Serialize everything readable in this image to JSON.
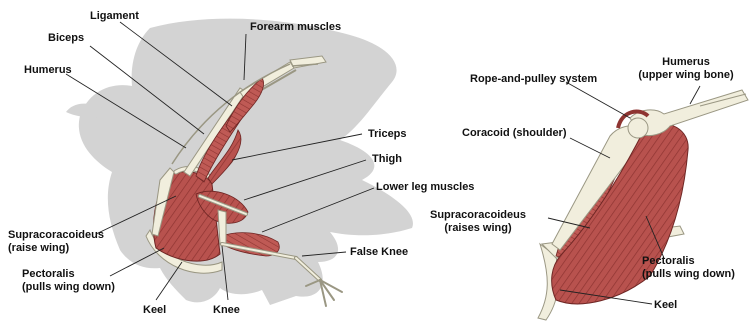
{
  "left_figure": {
    "labels": {
      "ligament": "Ligament",
      "forearm_muscles": "Forearm muscles",
      "biceps": "Biceps",
      "humerus": "Humerus",
      "triceps": "Triceps",
      "thigh": "Thigh",
      "lower_leg_muscles": "Lower leg muscles",
      "supracoracoideus_line1": "Supracoracoideus",
      "supracoracoideus_line2": "(raise wing)",
      "pectoralis_line1": "Pectoralis",
      "pectoralis_line2": "(pulls wing down)",
      "false_knee": "False Knee",
      "keel": "Keel",
      "knee": "Knee"
    }
  },
  "right_figure": {
    "labels": {
      "rope_pulley": "Rope-and-pulley system",
      "humerus_line1": "Humerus",
      "humerus_line2": "(upper wing bone)",
      "coracoid": "Coracoid (shoulder)",
      "supracoracoideus_line1": "Supracoracoideus",
      "supracoracoideus_line2": "(raises wing)",
      "pectoralis_line1": "Pectoralis",
      "pectoralis_line2": "(pulls wing down)",
      "keel": "Keel"
    }
  },
  "colors": {
    "silhouette": "#d3d3d3",
    "muscle": "#b8524e",
    "muscle_dark": "#8e3431",
    "bone": "#f1eedd",
    "bone_outline": "#9a9783"
  }
}
